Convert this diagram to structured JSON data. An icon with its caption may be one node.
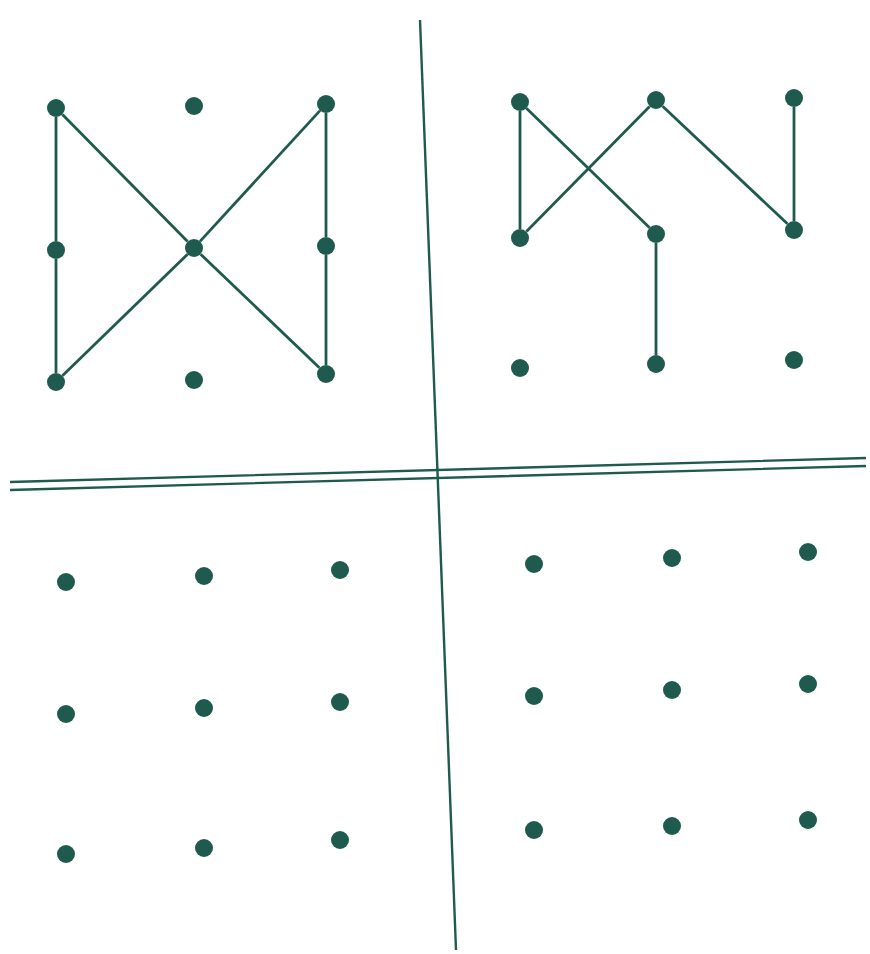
{
  "diagram": {
    "nodes": [
      {
        "text": [],
        "shape": "circle"
      },
      {
        "text": [],
        "shape": "circle"
      },
      {
        "text": [],
        "shape": "circle"
      },
      {
        "text": [],
        "shape": "circle"
      },
      {
        "text": [],
        "shape": "circle"
      },
      {
        "text": [],
        "shape": "circle"
      },
      {
        "text": [],
        "shape": "circle"
      },
      {
        "text": [],
        "shape": "circle"
      },
      {
        "text": [],
        "shape": "circle"
      },
      {
        "text": [],
        "shape": "circle"
      },
      {
        "text": [],
        "shape": "circle"
      },
      {
        "text": [],
        "shape": "circle"
      },
      {
        "text": [],
        "shape": "circle"
      },
      {
        "text": [],
        "shape": "circle"
      },
      {
        "text": [],
        "shape": "circle"
      },
      {
        "text": [],
        "shape": "circle"
      },
      {
        "text": [],
        "shape": "circle"
      },
      {
        "text": [],
        "shape": "circle"
      },
      {
        "text": [],
        "shape": "circle"
      },
      {
        "text": [],
        "shape": "circle"
      },
      {
        "text": [],
        "shape": "circle"
      },
      {
        "text": [],
        "shape": "circle"
      },
      {
        "text": [],
        "shape": "circle"
      },
      {
        "text": [],
        "shape": "circle"
      },
      {
        "text": [],
        "shape": "circle"
      },
      {
        "text": [],
        "shape": "circle"
      },
      {
        "text": [],
        "shape": "circle"
      },
      {
        "text": [],
        "shape": "circle"
      },
      {
        "text": [],
        "shape": "circle"
      },
      {
        "text": [],
        "shape": "circle"
      },
      {
        "text": [],
        "shape": "circle"
      },
      {
        "text": [],
        "shape": "circle"
      },
      {
        "text": [],
        "shape": "circle"
      },
      {
        "text": [],
        "shape": "circle"
      },
      {
        "text": [],
        "shape": "circle"
      },
      {
        "text": [],
        "shape": "circle"
      }
    ],
    "edges": [
      {
        "from": 0,
        "to": 3,
        "arrow": "none"
      },
      {
        "from": 3,
        "to": 6,
        "arrow": "none"
      },
      {
        "from": 0,
        "to": 4,
        "arrow": "none"
      },
      {
        "from": 4,
        "to": 8,
        "arrow": "none"
      },
      {
        "from": 2,
        "to": 4,
        "arrow": "none"
      },
      {
        "from": 4,
        "to": 6,
        "arrow": "none"
      },
      {
        "from": 2,
        "to": 5,
        "arrow": "none"
      },
      {
        "from": 5,
        "to": 8,
        "arrow": "none"
      },
      {
        "from": 9,
        "to": 12,
        "arrow": "none"
      },
      {
        "from": 9,
        "to": 13,
        "arrow": "none"
      },
      {
        "from": 12,
        "to": 10,
        "arrow": "none"
      },
      {
        "from": 10,
        "to": 14,
        "arrow": "none"
      },
      {
        "from": 11,
        "to": 14,
        "arrow": "none"
      },
      {
        "from": 13,
        "to": 16,
        "arrow": "none"
      }
    ]
  }
}
